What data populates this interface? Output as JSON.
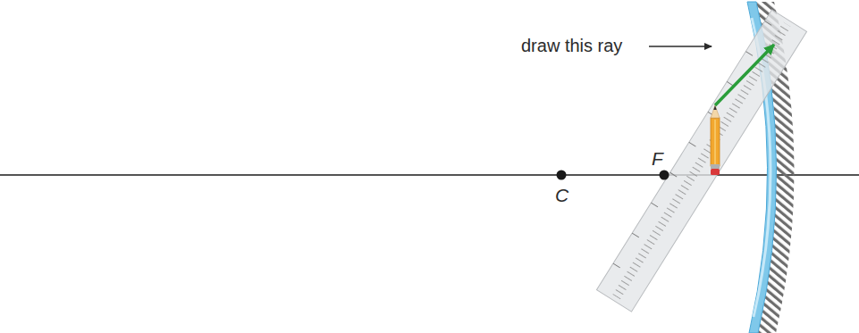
{
  "diagram": {
    "labels": [
      "draw this ray",
      "F",
      "C"
    ]
  }
}
